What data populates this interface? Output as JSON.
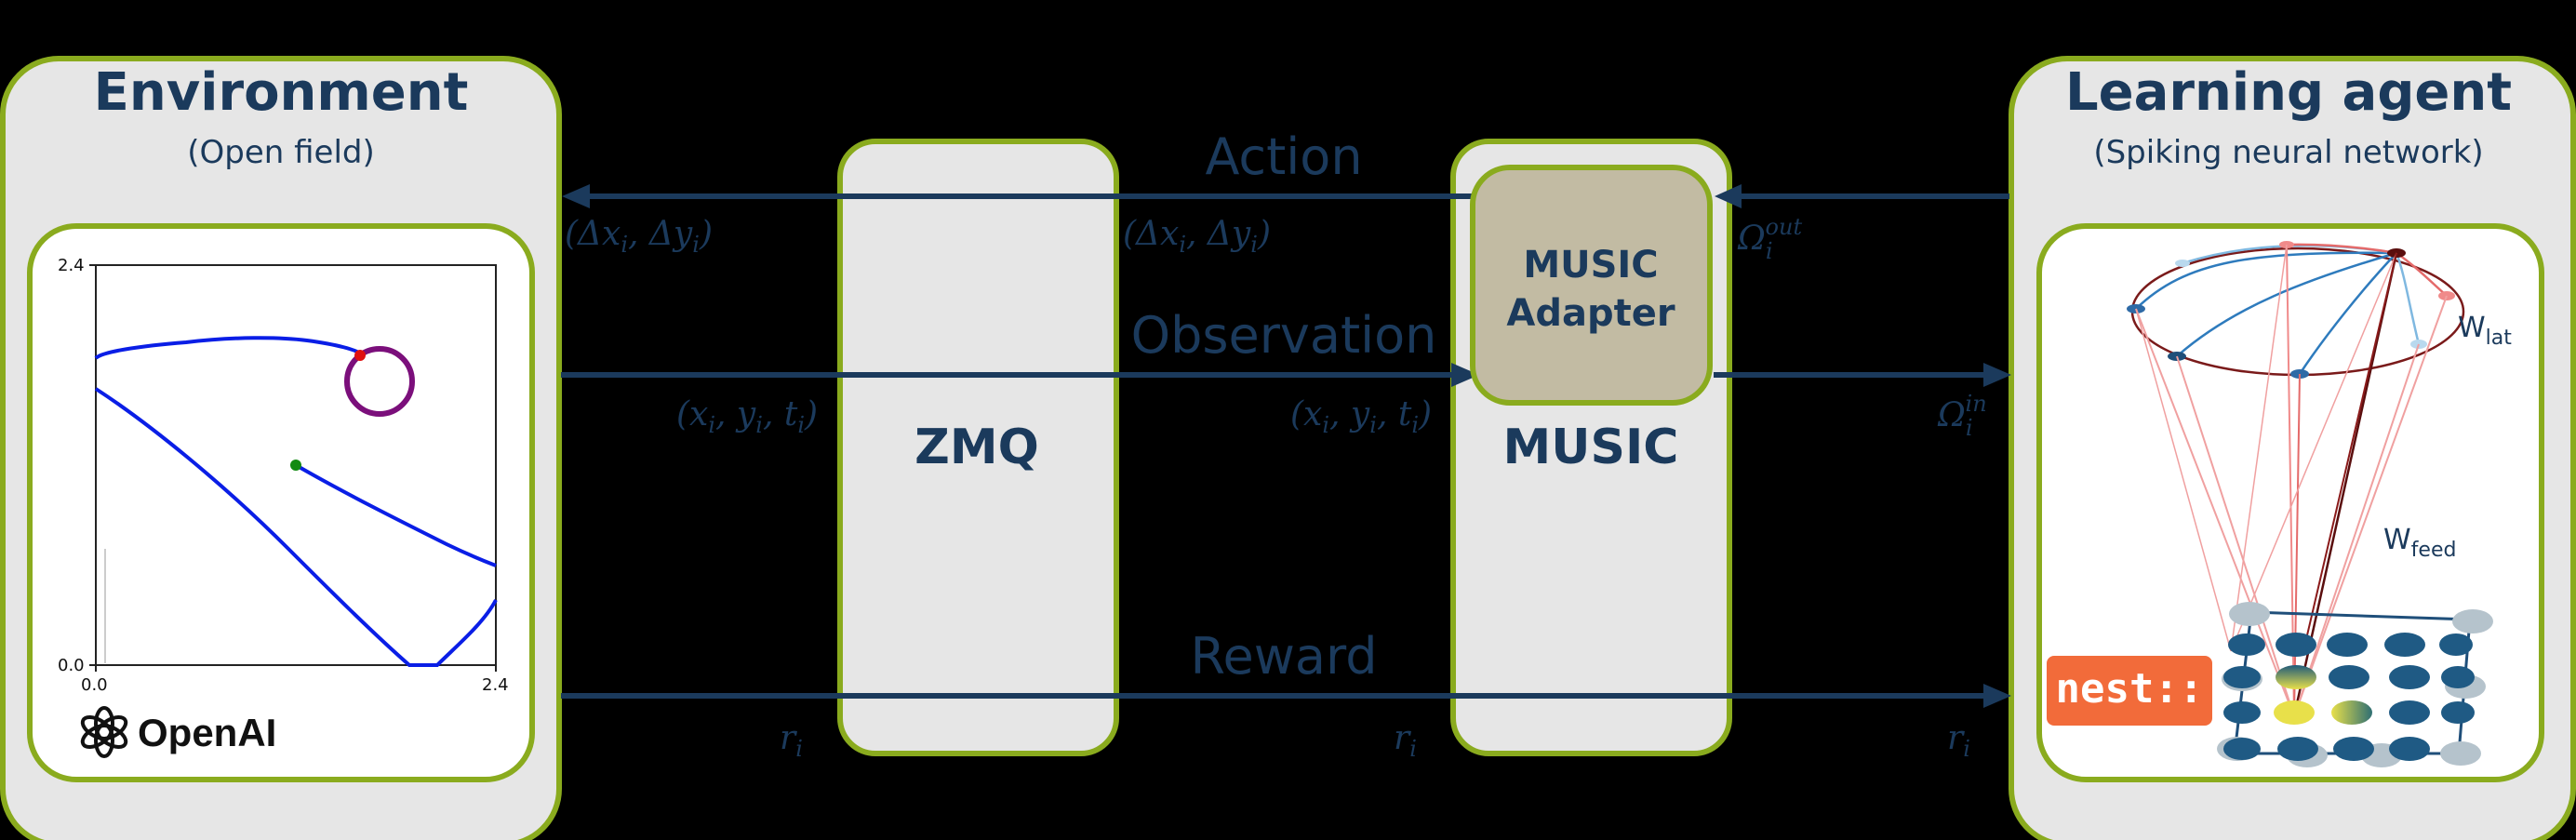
{
  "environment": {
    "title": "Environment",
    "subtitle": "(Open field)",
    "plot": {
      "y_max_label": "2.4",
      "y_min_label": "0.0",
      "x_min_label": "0.0",
      "x_max_label": "2.4"
    },
    "logo_text": "OpenAI"
  },
  "zmq": {
    "label": "ZMQ"
  },
  "music": {
    "label": "MUSIC",
    "adapter_line1": "MUSIC",
    "adapter_line2": "Adapter"
  },
  "agent": {
    "title": "Learning agent",
    "subtitle": "(Spiking neural network)",
    "w_lat": "W",
    "w_lat_sub": "lat",
    "w_feed": "W",
    "w_feed_sub": "feed",
    "nest_logo": "nest::"
  },
  "arrows": {
    "action": {
      "label": "Action",
      "left_value": "(Δx_i, Δy_i)",
      "mid_value": "(Δx_i, Δy_i)",
      "right_value": "Ω_i^out"
    },
    "observation": {
      "label": "Observation",
      "left_value": "(x_i, y_i, t_i)",
      "mid_value": "(x_i, y_i, t_i)",
      "right_value": "Ω_i^in"
    },
    "reward": {
      "label": "Reward",
      "left_value": "r_i",
      "mid_value": "r_i",
      "right_value": "r_i"
    }
  },
  "colors": {
    "box_fill": "#e6e6e6",
    "box_border": "#8aab1e",
    "text_navy": "#1b3a5c",
    "adapter_fill": "#c2bba3",
    "trajectory": "#0a1ee6",
    "goal_ring": "#7b0f7b",
    "nest_orange": "#f26b3a"
  }
}
